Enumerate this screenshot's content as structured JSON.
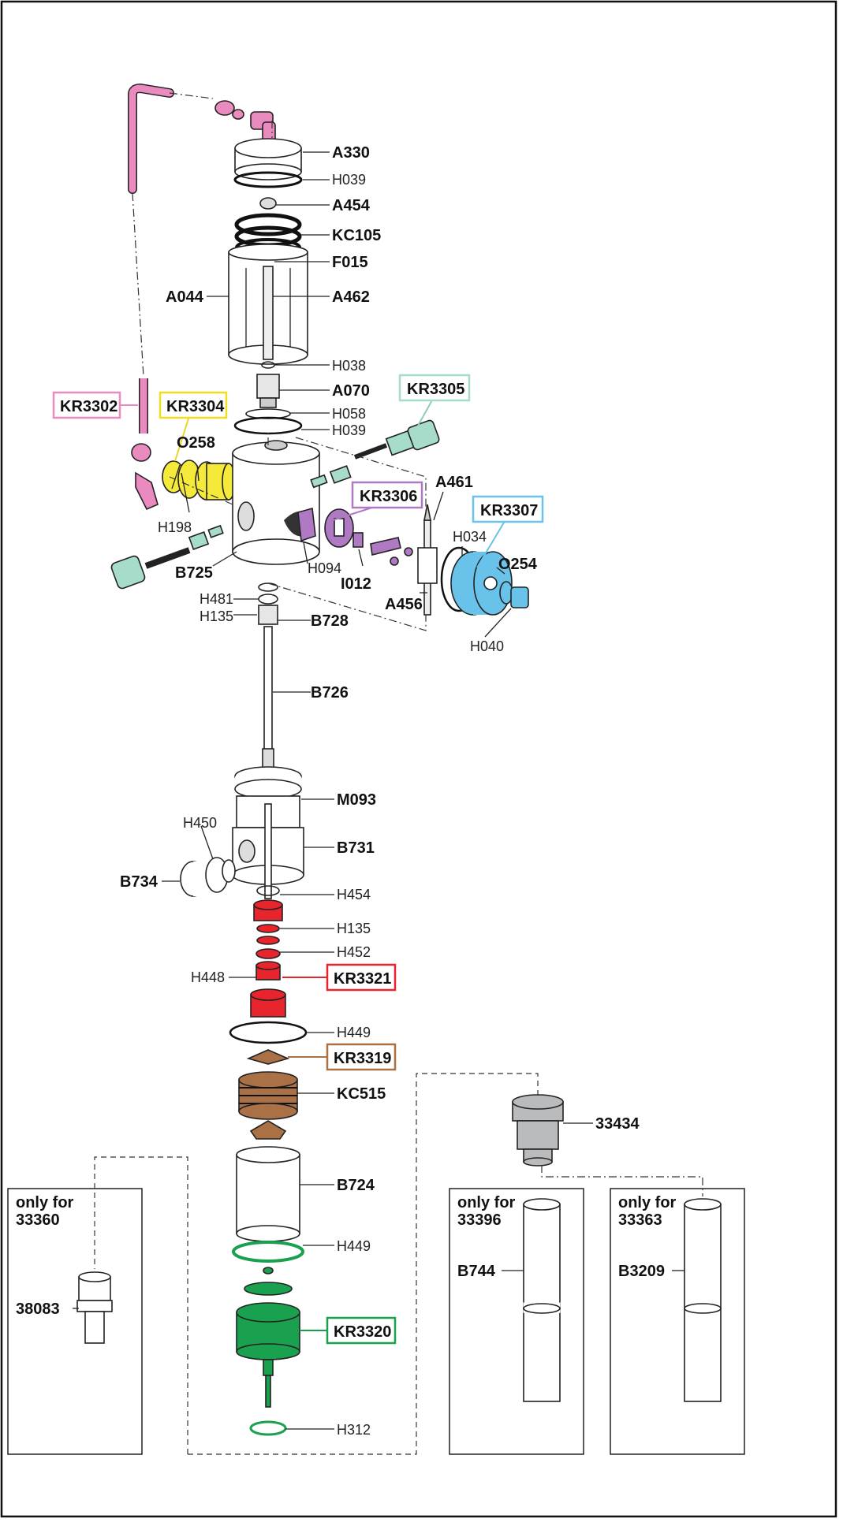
{
  "colors": {
    "pink": "#e98bbf",
    "yellow": "#f5e93a",
    "mint": "#a6dcc9",
    "purple": "#b079c3",
    "blue": "#68c2e9",
    "red": "#e8242c",
    "brown": "#a97145",
    "green": "#1aa14f",
    "gray": "#b9bbbd"
  },
  "labels": {
    "A330": "A330",
    "H039a": "H039",
    "A454": "A454",
    "KC105": "KC105",
    "F015": "F015",
    "A044": "A044",
    "A462": "A462",
    "H038": "H038",
    "A070": "A070",
    "H058": "H058",
    "H039b": "H039",
    "O258": "O258",
    "H198": "H198",
    "B725": "B725",
    "H094": "H094",
    "I012": "I012",
    "A461": "A461",
    "H034": "H034",
    "O254": "O254",
    "A456": "A456",
    "H040": "H040",
    "H481": "H481",
    "H135a": "H135",
    "B728": "B728",
    "B726": "B726",
    "M093": "M093",
    "H450": "H450",
    "B731": "B731",
    "B734": "B734",
    "H454": "H454",
    "H135b": "H135",
    "H452": "H452",
    "H448": "H448",
    "H449a": "H449",
    "KC515": "KC515",
    "B724": "B724",
    "H449b": "H449",
    "H312": "H312",
    "p33434": "33434",
    "p38083": "38083",
    "B744": "B744",
    "B3209": "B3209"
  },
  "kits": {
    "KR3302": "KR3302",
    "KR3304": "KR3304",
    "KR3305": "KR3305",
    "KR3306": "KR3306",
    "KR3307": "KR3307",
    "KR3321": "KR3321",
    "KR3319": "KR3319",
    "KR3320": "KR3320"
  },
  "boxes": {
    "only_for_label": "only for",
    "box1_model": "33360",
    "box2_model": "33396",
    "box3_model": "33363"
  }
}
